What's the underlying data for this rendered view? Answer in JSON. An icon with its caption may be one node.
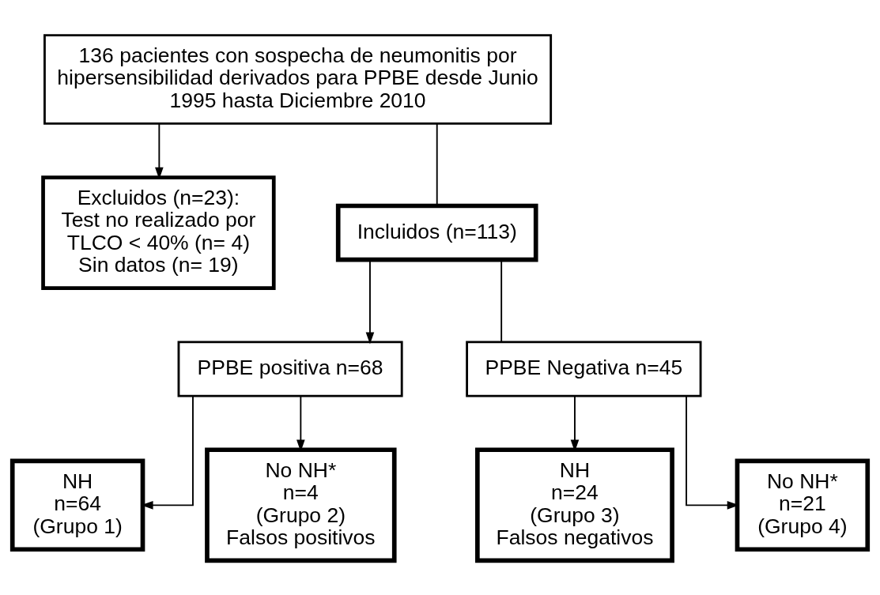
{
  "diagram": {
    "nodes": [
      {
        "text": [
          "136 pacientes con sospecha de neumonitis por hipersensibilidad derivados para PPBE desde Junio 1995 hasta Diciembre 2010"
        ]
      },
      {
        "text": [
          "Excluidos (n=23):",
          "Test no realizado por TLCO < 40% (n= 4)",
          "Sin datos (n= 19)"
        ]
      },
      {
        "text": [
          "Incluidos (n=113)"
        ]
      },
      {
        "text": [
          "PPBE positiva n=68"
        ]
      },
      {
        "text": [
          "PPBE Negativa n=45"
        ]
      },
      {
        "text": [
          "NH",
          "n=64",
          "(Grupo 1)"
        ]
      },
      {
        "text": [
          "No NH*",
          "n=4",
          "(Grupo 2)",
          "Falsos positivos"
        ]
      },
      {
        "text": [
          "NH",
          "n=24",
          "(Grupo 3)",
          "Falsos negativos"
        ]
      },
      {
        "text": [
          "No NH*",
          "n=21",
          "(Grupo 4)"
        ]
      }
    ],
    "edges": [
      {
        "from": 0,
        "to": 2,
        "arrow": "none"
      },
      {
        "from": 0,
        "to": 1,
        "arrow": "to"
      },
      {
        "from": 2,
        "to": 3,
        "arrow": "to"
      },
      {
        "from": 2,
        "to": 4,
        "arrow": "none"
      },
      {
        "from": 3,
        "to": 5,
        "arrow": "to"
      },
      {
        "from": 3,
        "to": 6,
        "arrow": "to"
      },
      {
        "from": 4,
        "to": 7,
        "arrow": "to"
      },
      {
        "from": 4,
        "to": 8,
        "arrow": "to"
      }
    ]
  }
}
